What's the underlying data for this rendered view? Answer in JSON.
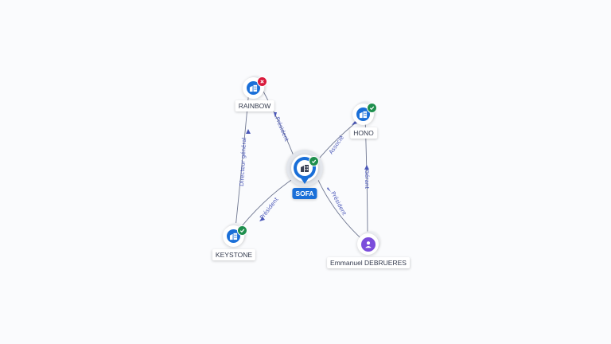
{
  "colors": {
    "accent": "#1a6fd8",
    "ok": "#1f8f4e",
    "error": "#d91a3c",
    "person": "#7b4ddb",
    "edge": "#6f7791",
    "edge_label": "#4a57b8"
  },
  "nodes": {
    "sofa": {
      "label": "SOFA",
      "icon": "building-icon",
      "status": "check-icon"
    },
    "rainbow": {
      "label": "RAINBOW",
      "icon": "building-icon",
      "status": "close-icon"
    },
    "hono": {
      "label": "HONO",
      "icon": "building-icon",
      "status": "check-icon"
    },
    "keystone": {
      "label": "KEYSTONE",
      "icon": "building-icon",
      "status": "check-icon"
    },
    "debrueres": {
      "label": "Emmanuel DEBRUERES",
      "icon": "person-icon"
    }
  },
  "edges": {
    "sofa_rainbow": "Président",
    "sofa_hono": "Associé",
    "sofa_keystone": "Président",
    "debrueres_sofa": "Président",
    "debrueres_hono": "Gérant",
    "rainbow_keystone": "Directeur général"
  }
}
